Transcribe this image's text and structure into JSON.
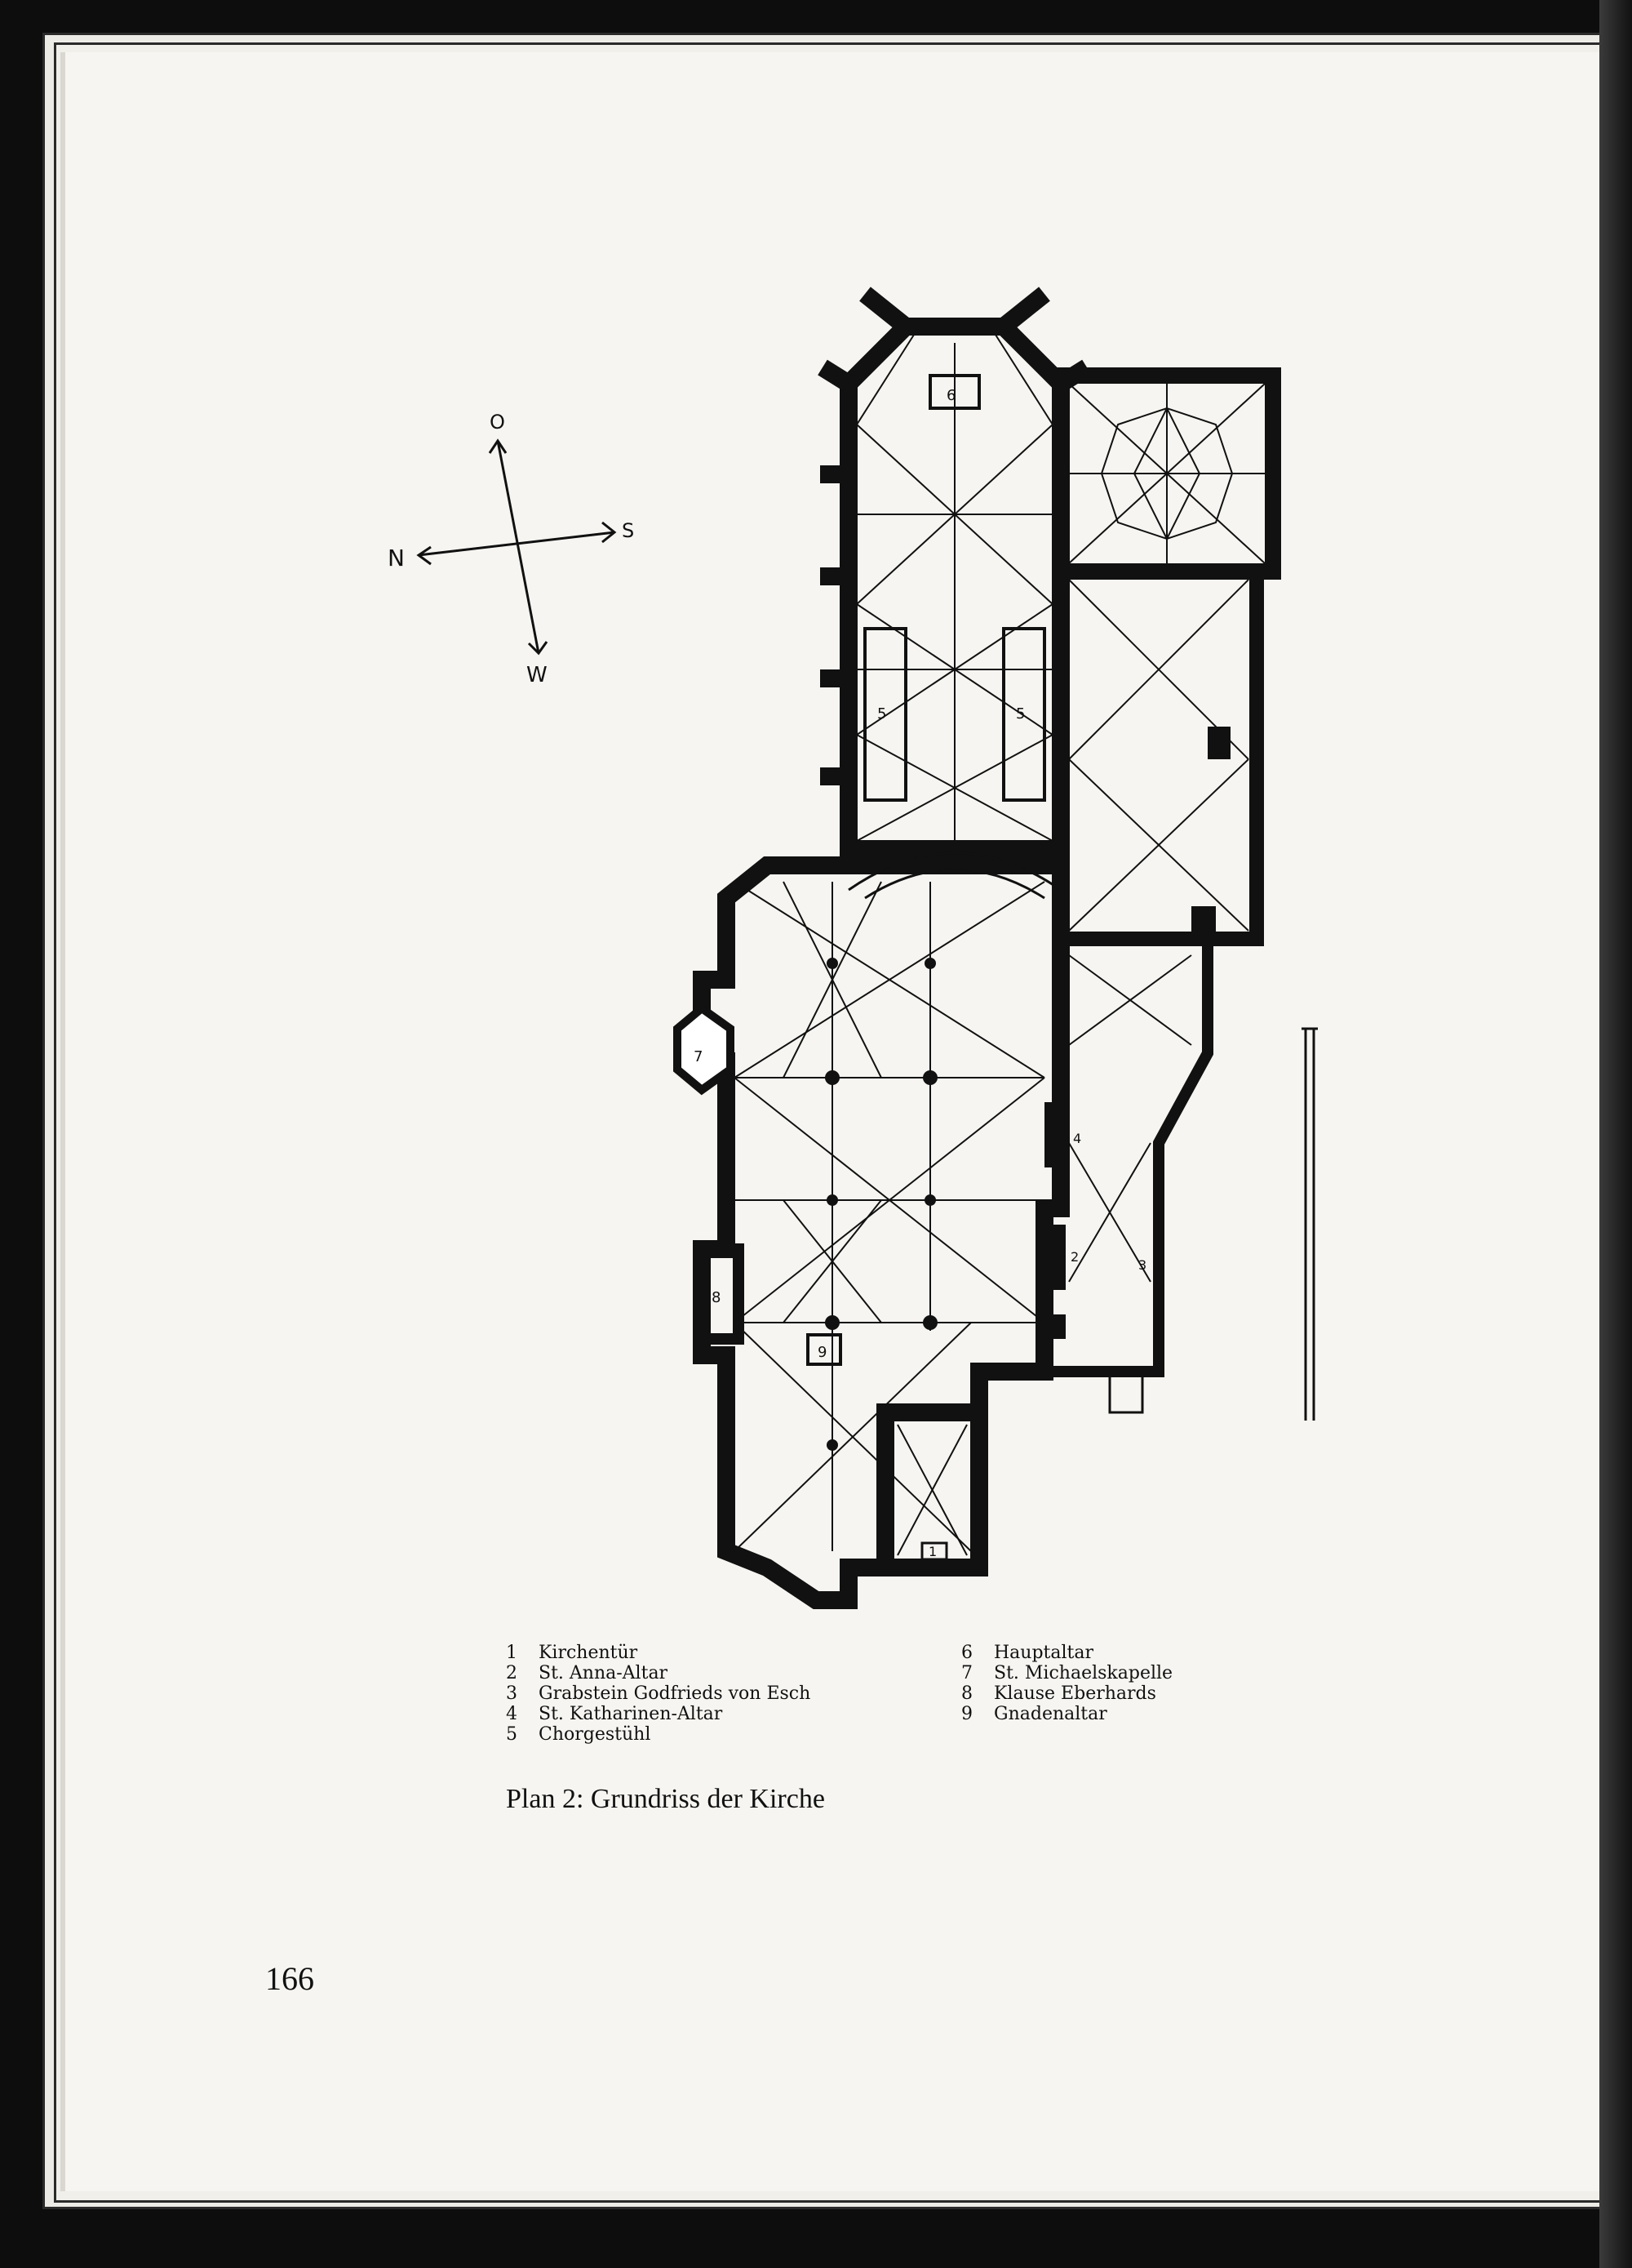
{
  "compass": {
    "north": "N",
    "east": "O",
    "south": "S",
    "west": "W"
  },
  "plan_labels": [
    "1",
    "2",
    "3",
    "4",
    "5",
    "6",
    "7",
    "8",
    "9"
  ],
  "legend": {
    "left": [
      {
        "num": "1",
        "label": "Kirchentür"
      },
      {
        "num": "2",
        "label": "St. Anna-Altar"
      },
      {
        "num": "3",
        "label": "Grabstein Godfrieds von Esch"
      },
      {
        "num": "4",
        "label": "St. Katharinen-Altar"
      },
      {
        "num": "5",
        "label": "Chorgestühl"
      }
    ],
    "right": [
      {
        "num": "6",
        "label": "Hauptaltar"
      },
      {
        "num": "7",
        "label": "St. Michaelskapelle"
      },
      {
        "num": "8",
        "label": "Klause Eberhards"
      },
      {
        "num": "9",
        "label": "Gnadenaltar"
      }
    ]
  },
  "caption": "Plan 2: Grundriss der Kirche",
  "page_number": "166"
}
